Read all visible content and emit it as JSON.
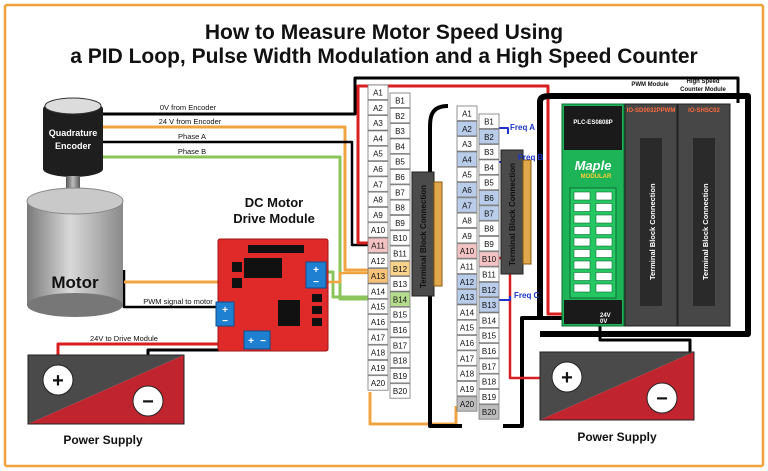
{
  "title": {
    "line1": "How to Measure Motor Speed Using",
    "line2": "a PID Loop, Pulse Width Modulation and a High Speed Counter"
  },
  "encoder": {
    "label_line1": "Quadrature",
    "label_line2": "Encoder"
  },
  "motor": {
    "label": "Motor"
  },
  "drive": {
    "label_line1": "DC Motor",
    "label_line2": "Drive Module"
  },
  "wires": {
    "zero_v": "0V from Encoder",
    "v24": "24 V from Encoder",
    "phase_a": "Phase A",
    "phase_b": "Phase B",
    "pwm_signal": "PWM signal to motor",
    "drive_power": "24V to Drive Module"
  },
  "terminal_block_label": "Terminal Block Connection",
  "block1": {
    "a": [
      "A1",
      "A2",
      "A3",
      "A4",
      "A5",
      "A6",
      "A7",
      "A8",
      "A9",
      "A10",
      "A11",
      "A12",
      "A13",
      "A14",
      "A15",
      "A16",
      "A17",
      "A18",
      "A19",
      "A20"
    ],
    "b": [
      "B1",
      "B2",
      "B3",
      "B4",
      "B5",
      "B6",
      "B7",
      "B8",
      "B9",
      "B10",
      "B11",
      "B12",
      "B13",
      "B14",
      "B15",
      "B16",
      "B17",
      "B18",
      "B19",
      "B20"
    ]
  },
  "block2": {
    "a": [
      "A1",
      "A2",
      "A3",
      "A4",
      "A5",
      "A6",
      "A7",
      "A8",
      "A9",
      "A10",
      "A11",
      "A12",
      "A13",
      "A14",
      "A15",
      "A16",
      "A17",
      "A18",
      "A19",
      "A20"
    ],
    "b": [
      "B1",
      "B2",
      "B3",
      "B4",
      "B5",
      "B6",
      "B7",
      "B8",
      "B9",
      "B10",
      "B11",
      "B12",
      "B13",
      "B14",
      "B15",
      "B16",
      "B17",
      "B18",
      "B19",
      "B20"
    ]
  },
  "freq": {
    "a": "Freq A",
    "b": "Freq B",
    "c": "Freq C"
  },
  "plc": {
    "model": "PLC-ES0808P",
    "brand": "Maple",
    "brand_sub": "MODULAR",
    "v24": "24V",
    "v0": "0V"
  },
  "modules": {
    "pwm_heading": "PWM Module",
    "pwm_id": "IO-SD0032PPWM",
    "hsc_heading_line1": "High Speed",
    "hsc_heading_line2": "Counter Module",
    "hsc_id": "IO-SHSC02"
  },
  "supply": {
    "label_left": "Power Supply",
    "label_right": "Power Supply",
    "plus": "+",
    "minus": "−"
  },
  "drive_terms": {
    "plus": "+",
    "minus": "−"
  },
  "colors": {
    "border": "#f2a23a",
    "black_wire": "#000000",
    "red_wire": "#d81e1e",
    "orange_wire": "#f0a441",
    "green_wire": "#8ac45a",
    "blue_wire": "#2233cc",
    "drive_board": "#e02a2a",
    "plc_green": "#1db357",
    "module_gray": "#4a4a4a",
    "supply_dark": "#4a4a4a",
    "supply_red": "#c0242e"
  }
}
